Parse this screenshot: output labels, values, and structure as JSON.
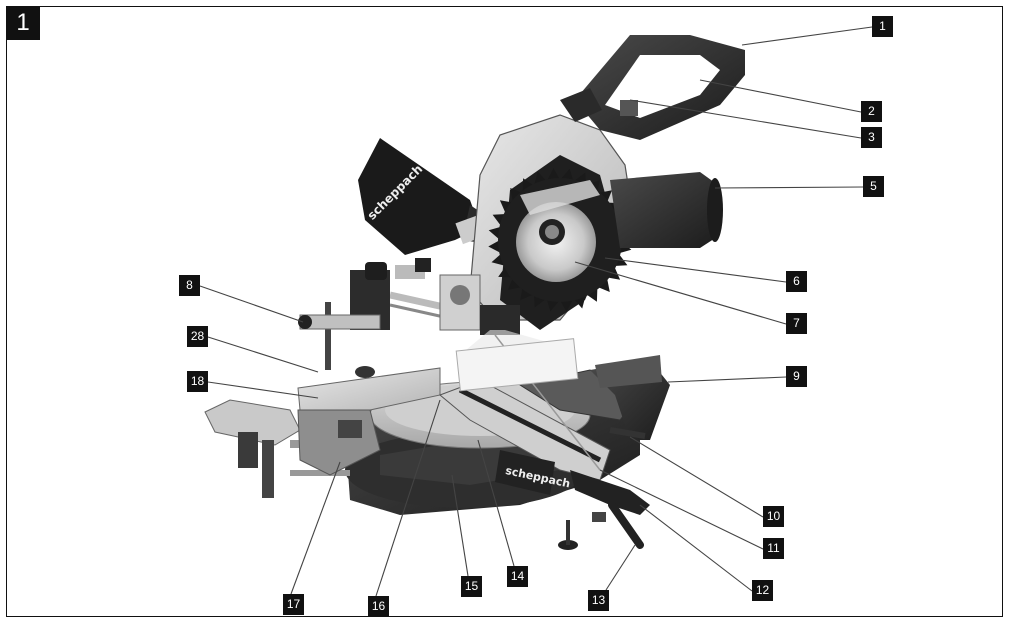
{
  "figure": {
    "number": "1"
  },
  "illustration": {
    "subject": "sliding-mitre-saw",
    "brand_logo_text": "scheppach"
  },
  "callouts": [
    {
      "id": "c1",
      "label": "1"
    },
    {
      "id": "c2",
      "label": "2"
    },
    {
      "id": "c3",
      "label": "3"
    },
    {
      "id": "c5",
      "label": "5"
    },
    {
      "id": "c6",
      "label": "6"
    },
    {
      "id": "c7",
      "label": "7"
    },
    {
      "id": "c8",
      "label": "8"
    },
    {
      "id": "c28",
      "label": "28"
    },
    {
      "id": "c18",
      "label": "18"
    },
    {
      "id": "c9",
      "label": "9"
    },
    {
      "id": "c10",
      "label": "10"
    },
    {
      "id": "c11",
      "label": "11"
    },
    {
      "id": "c12",
      "label": "12"
    },
    {
      "id": "c13",
      "label": "13"
    },
    {
      "id": "c14",
      "label": "14"
    },
    {
      "id": "c15",
      "label": "15"
    },
    {
      "id": "c16",
      "label": "16"
    },
    {
      "id": "c17",
      "label": "17"
    }
  ]
}
